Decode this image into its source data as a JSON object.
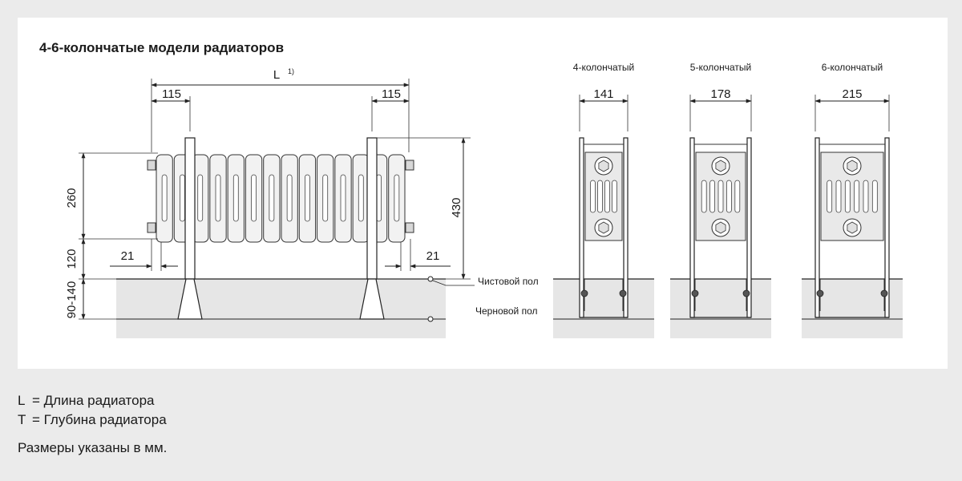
{
  "title": "4-6-колончатые модели радиаторов",
  "front_view": {
    "L_label": "L",
    "L_sup": "1)",
    "dim_left_offset": "115",
    "dim_right_offset": "115",
    "dim_height": "260",
    "dim_total_height": "430",
    "dim_floor_gap": "120",
    "dim_floor_thickness": "90-140",
    "dim_left_edge": "21",
    "dim_right_edge": "21",
    "clean_floor_label": "Чистовой пол",
    "rough_floor_label": "Черновой пол"
  },
  "side_views": [
    {
      "label": "4-колончатый",
      "depth": "141"
    },
    {
      "label": "5-колончатый",
      "depth": "178"
    },
    {
      "label": "6-колончатый",
      "depth": "215"
    }
  ],
  "legend": [
    {
      "key": "L",
      "text": "= Длина радиатора"
    },
    {
      "key": "T",
      "text": "= Глубина радиатора"
    }
  ],
  "note": "Размеры указаны в мм."
}
